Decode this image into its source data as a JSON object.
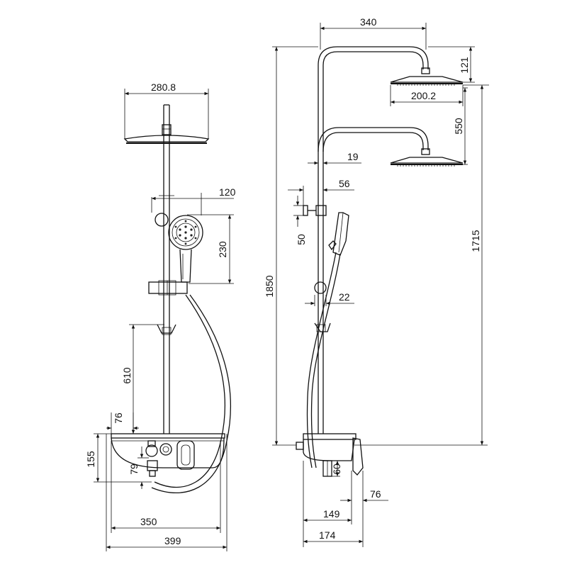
{
  "front_view": {
    "head_diameter": "280.8",
    "hand_offset": "120",
    "hand_length": "230",
    "slide_height": "610",
    "tray_offset": "76",
    "valve_height": "155",
    "outlet_height": "79",
    "inner_width": "350",
    "total_width": "399"
  },
  "side_view": {
    "arm_reach": "340",
    "arm_drop": "121",
    "head_diameter": "200.2",
    "head_spacing": "550",
    "pipe_diameter": "19",
    "holder_offset": "56",
    "holder_height": "50",
    "clamp_offset": "22",
    "total_height": "1850",
    "rail_height": "1715",
    "spout_height": "60",
    "spout_reach": "76",
    "spout_depth": "149",
    "total_depth": "174"
  }
}
